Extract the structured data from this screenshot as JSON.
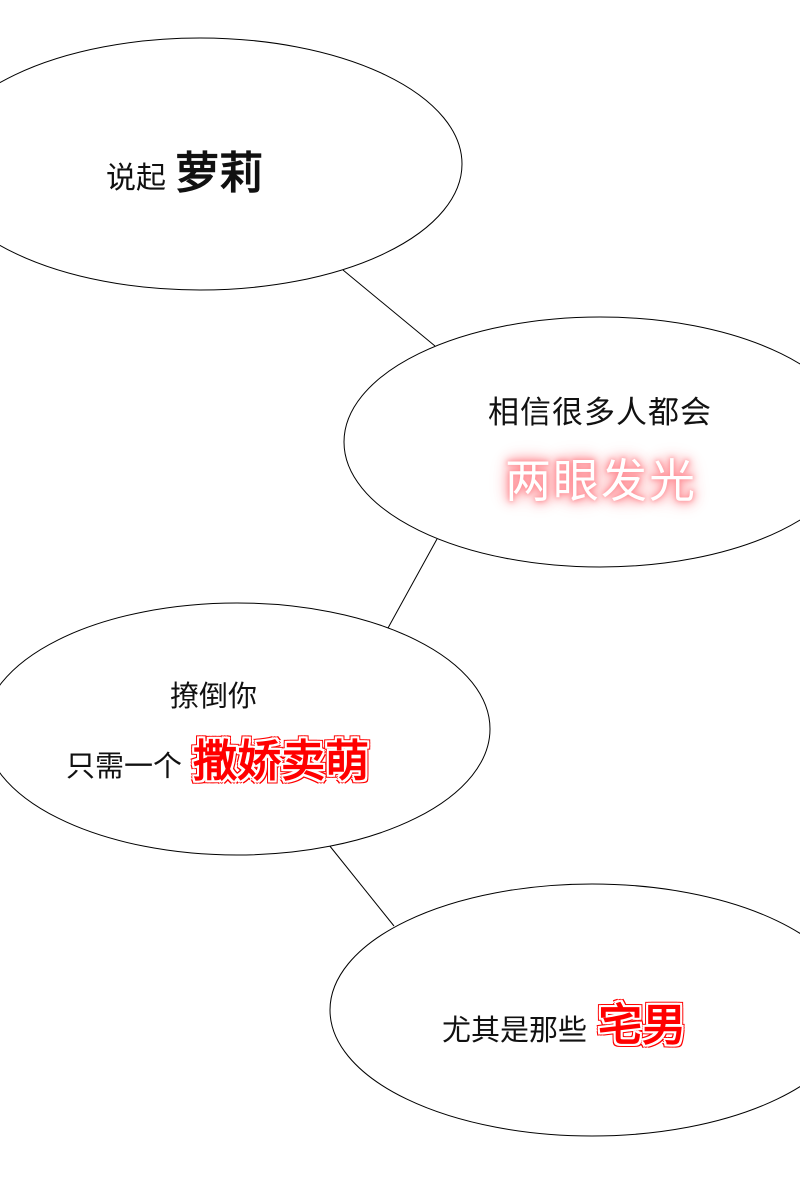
{
  "bubbles": [
    {
      "line1": {
        "plain": "说起",
        "emphasis": "萝莉"
      }
    },
    {
      "line1": {
        "plain": "相信很多人都会"
      },
      "line2": {
        "emphasis": "两眼发光"
      }
    },
    {
      "line1": {
        "plain": "撩倒你"
      },
      "line2": {
        "plain": "只需一个",
        "emphasis": "撒娇卖萌"
      }
    },
    {
      "line1": {
        "plain": "尤其是那些",
        "emphasis": "宅男"
      }
    }
  ],
  "colors": {
    "ellipse_stroke": "#000000",
    "glow": "#ff9aa0",
    "emphasis_red": "#ff0000"
  }
}
